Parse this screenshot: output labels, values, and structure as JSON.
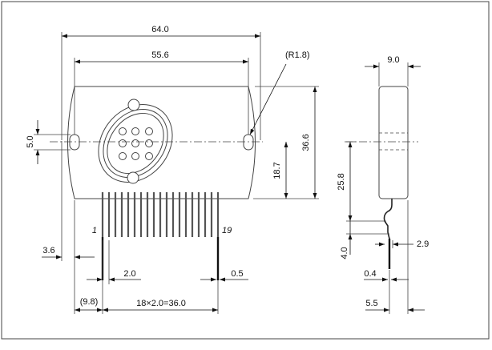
{
  "dimensions": {
    "overall_width": "64.0",
    "hole_pitch": "55.6",
    "hole_radius": "(R1.8)",
    "hole_height": "5.0",
    "body_height": "36.6",
    "hole_to_bottom": "18.7",
    "left_offset": "3.6",
    "pin_pitch": "2.0",
    "pin_width": "0.5",
    "first_pin_offset": "(9.8)",
    "pin_span": "18×2.0=36.0",
    "thickness": "9.0",
    "side_height": "25.8",
    "bend_height": "4.0",
    "lead_offset": "2.9",
    "lead_thickness": "0.4",
    "lead_position": "5.5"
  },
  "pins": {
    "first": "1",
    "last": "19",
    "count": 19
  }
}
